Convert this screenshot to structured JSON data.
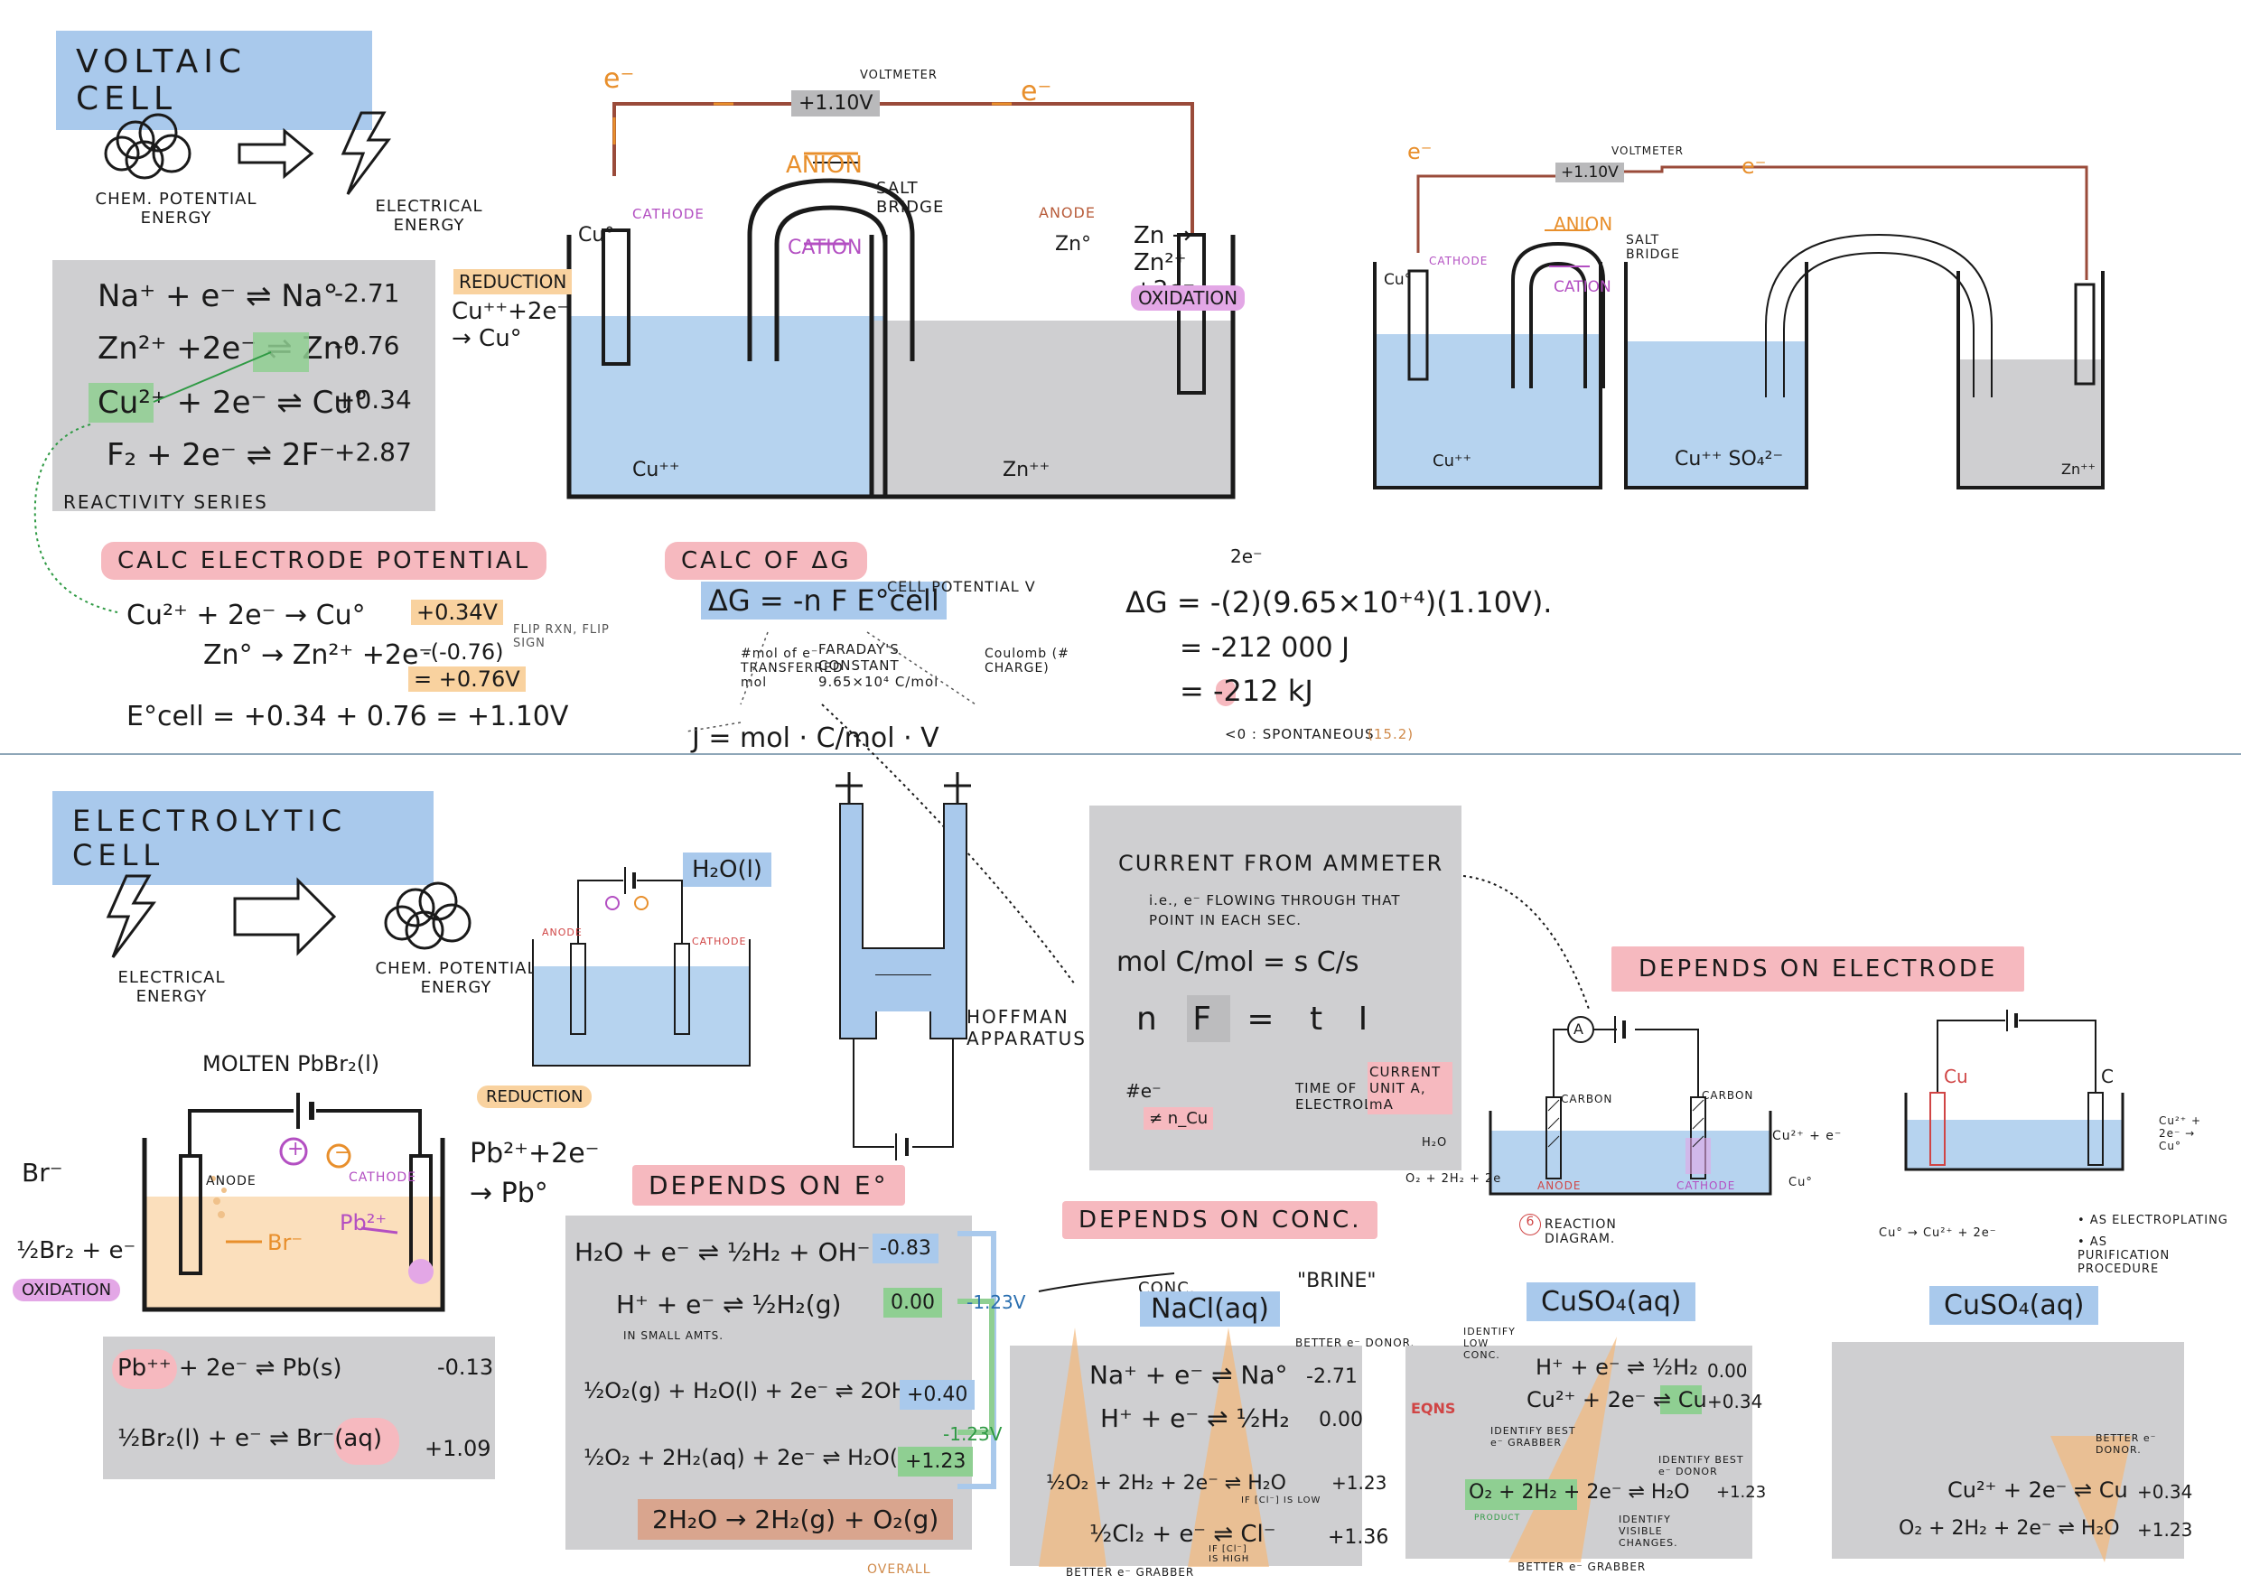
{
  "voltaic": {
    "title": "VOLTAIC CELL",
    "chem_energy": "CHEM. POTENTIAL ENERGY",
    "elec_energy": "ELECTRICAL ENERGY",
    "series": [
      {
        "eq": "Na⁺ + e⁻ ⇌ Na°",
        "e": "-2.71"
      },
      {
        "eq": "Zn²⁺ +2e⁻ ⇌ Zn°",
        "e": "-0.76"
      },
      {
        "eq": "Cu²⁺ + 2e⁻ ⇌ Cu°",
        "e": "+0.34"
      },
      {
        "eq": "F₂ + 2e⁻ ⇌ 2F⁻",
        "e": "+2.87"
      }
    ],
    "series_label": "REACTIVITY SERIES",
    "calc_title": "CALC ELECTRODE POTENTIAL",
    "calc_rows": [
      {
        "eq": "Cu²⁺ + 2e⁻ → Cu°",
        "v": "+0.34V"
      },
      {
        "eq": "Zn° → Zn²⁺ +2e⁻",
        "v": "-(-0.76)"
      }
    ],
    "flip_note": "FLIP RXN, FLIP SIGN",
    "flip_result": "= +0.76V",
    "ecell": "E°cell = +0.34 + 0.76 = +1.10V",
    "cell": {
      "electron": "e⁻",
      "voltmeter": "VOLTMETER",
      "voltage": "+1.10V",
      "anion": "ANION",
      "salt_bridge": "SALT BRIDGE",
      "cation": "CATION",
      "cathode": "CATHODE",
      "anode": "ANODE",
      "cu_metal": "Cu°",
      "zn_metal": "Zn°",
      "reduction": "REDUCTION",
      "reduction_eq": "Cu⁺⁺+2e⁻ → Cu°",
      "oxidation": "OXIDATION",
      "oxidation_eq": "Zn → Zn²⁺ +2e⁻",
      "cu_ion": "Cu⁺⁺",
      "zn_ion": "Zn⁺⁺"
    },
    "cell2": {
      "electron": "e⁻",
      "voltmeter": "VOLTMETER",
      "voltage": "+1.10V",
      "anion": "ANION",
      "salt_bridge": "SALT BRIDGE",
      "cation": "CATION",
      "cathode": "CATHODE",
      "cu_metal": "Cu°",
      "cu_ion": "Cu⁺⁺",
      "mid_ion": "Cu⁺⁺ SO₄²⁻",
      "zn_ion": "Zn⁺⁺"
    },
    "dg_title": "CALC OF ΔG",
    "dg_formula": "ΔG = -n F E°cell",
    "cell_potential": "CELL POTENTIAL V",
    "mol_e": "#mol of e⁻ TRANSFERRED mol",
    "faraday": "FARADAY'S CONSTANT 9.65×10⁴ C/mol",
    "coulomb": "Coulomb (# CHARGE)",
    "units": "J = mol · C/mol · V",
    "dg_calc": [
      "ΔG = -(2)(9.65×10⁺⁴)(1.10V).",
      "= -212 000 J",
      "= -212 kJ"
    ],
    "two_e": "2e⁻",
    "spont": "<0 : SPONTANEOUS",
    "spont_ref": "(15.2)"
  },
  "electrolytic": {
    "title": "ELECTROLYTIC CELL",
    "elec_energy": "ELECTRICAL ENERGY",
    "chem_energy": "CHEM. POTENTIAL ENERGY",
    "molten": "MOLTEN PbBr₂(l)",
    "reduction": "REDUCTION",
    "reduction_eq": "Pb²⁺+2e⁻ → Pb°",
    "oxidation": "OXIDATION",
    "oxidation_eq": "½Br₂ + e⁻",
    "br_ion": "Br⁻",
    "anode": "ANODE",
    "cathode": "CATHODE",
    "pb_ion": "Pb²⁺",
    "h2o": "H₂O(l)",
    "small_anode": "ANODE",
    "small_cathode": "CATHODE",
    "hoffman": "HOFFMAN APPARATUS",
    "pb_rows": [
      {
        "eq": "Pb⁺⁺ + 2e⁻ ⇌ Pb(s)",
        "e": "-0.13"
      },
      {
        "eq": "½Br₂(l) + e⁻ ⇌ Br⁻(aq)",
        "e": "+1.09"
      }
    ],
    "depends_e": "DEPENDS ON E°",
    "e_rows": [
      {
        "eq": "H₂O + e⁻ ⇌ ½H₂ + OH⁻",
        "e": "-0.83"
      },
      {
        "eq": "H⁺ + e⁻ ⇌ ½H₂(g)",
        "e": "0.00"
      },
      {
        "eq": "½O₂(g) + H₂O(l) + 2e⁻ ⇌ 2OH⁻",
        "e": "+0.40"
      },
      {
        "eq": "½O₂ + 2H₂(aq) + 2e⁻ ⇌ H₂O(l)",
        "e": "+1.23"
      }
    ],
    "small_amts": "IN SMALL AMTS.",
    "overall_eq": "2H₂O → 2H₂(g) + O₂(g)",
    "overall": "OVERALL",
    "v_blue": "-1.23V",
    "v_green": "-1.23V",
    "current_title": "CURRENT FROM AMMETER",
    "current_sub": "i.e., e⁻ FLOWING THROUGH THAT POINT IN EACH SEC.",
    "units_row": "mol  C/mol =  s  C/s",
    "vars_row": "n  F  =  t  I",
    "n_e": "#e⁻",
    "n_cu": "≠ n_Cu",
    "time_label": "TIME OF ELECTROLYSIS",
    "current_label": "CURRENT UNIT A, mA",
    "depends_conc": "DEPENDS ON CONC.",
    "conc": "CONC.",
    "brine": "\"BRINE\"",
    "nacl": "NaCl(aq)",
    "better_donor": "BETTER e⁻ DONOR.",
    "nacl_rows": [
      {
        "eq": "Na⁺ + e⁻ ⇌ Na°",
        "e": "-2.71"
      },
      {
        "eq": "H⁺ + e⁻ ⇌ ½H₂",
        "e": "0.00"
      },
      {
        "eq": "½O₂ + 2H₂ + 2e⁻ ⇌ H₂O",
        "e": "+1.23"
      },
      {
        "eq": "½Cl₂ + e⁻ ⇌ Cl⁻",
        "e": "+1.36"
      }
    ],
    "if_low": "IF [Cl⁻] IS LOW",
    "if_high": "IF [Cl⁻] IS HIGH",
    "better_grabber": "BETTER e⁻ GRABBER",
    "depends_electrode": "DEPENDS ON ELECTRODE",
    "ammeter": "A",
    "carbon": "CARBON",
    "cathode_b": "CATHODE",
    "cu_eq": "Cu²⁺ + e⁻",
    "cu0": "Cu°",
    "h2o_eq": "H₂O",
    "o2_eq": "O₂ + 2H₂ + 2e",
    "reaction_diagram": "REACTION DIAGRAM.",
    "step_num": "6",
    "cuso4_a": "CuSO₄(aq)",
    "cuso4_b": "CuSO₄(aq)",
    "identify_low": "IDENTIFY LOW CONC.",
    "eqns": "EQNS",
    "identify_grabber": "IDENTIFY BEST e⁻ GRABBER",
    "identify_donor": "IDENTIFY BEST e⁻ DONOR",
    "identify_changes": "IDENTIFY VISIBLE CHANGES.",
    "product": "PRODUCT",
    "cuso4_rows": [
      {
        "eq": "H⁺ + e⁻ ⇌ ½H₂",
        "e": "0.00"
      },
      {
        "eq": "Cu²⁺ + 2e⁻ ⇌ Cu",
        "e": "+0.34"
      },
      {
        "eq": "O₂ + 2H₂ + 2e⁻ ⇌ H₂O",
        "e": "+1.23"
      }
    ],
    "cu_elec": "Cu",
    "c_elec": "C",
    "cu_ox": "Cu° → Cu²⁺ + 2e⁻",
    "cu_red": "Cu²⁺ + 2e⁻ → Cu°",
    "electroplating": "• AS ELECTROPLATING",
    "purification": "• AS PURIFICATION PROCEDURE",
    "better_donor_b": "BETTER e⁻ DONOR.",
    "cu_rows2": [
      {
        "eq": "Cu²⁺ + 2e⁻ ⇌ Cu",
        "e": "+0.34"
      },
      {
        "eq": "O₂ + 2H₂ + 2e⁻ ⇌ H₂O",
        "e": "+1.23"
      }
    ]
  },
  "colors": {
    "blue": "#a9c9ec",
    "pink": "#f6b9bf",
    "orange": "#f9d29f",
    "purple": "#e3a7e6",
    "green": "#8fcf92",
    "grey_panel": "#cfcfd1",
    "solution": "#b6d3ef",
    "wire": "#9a4b3a"
  }
}
